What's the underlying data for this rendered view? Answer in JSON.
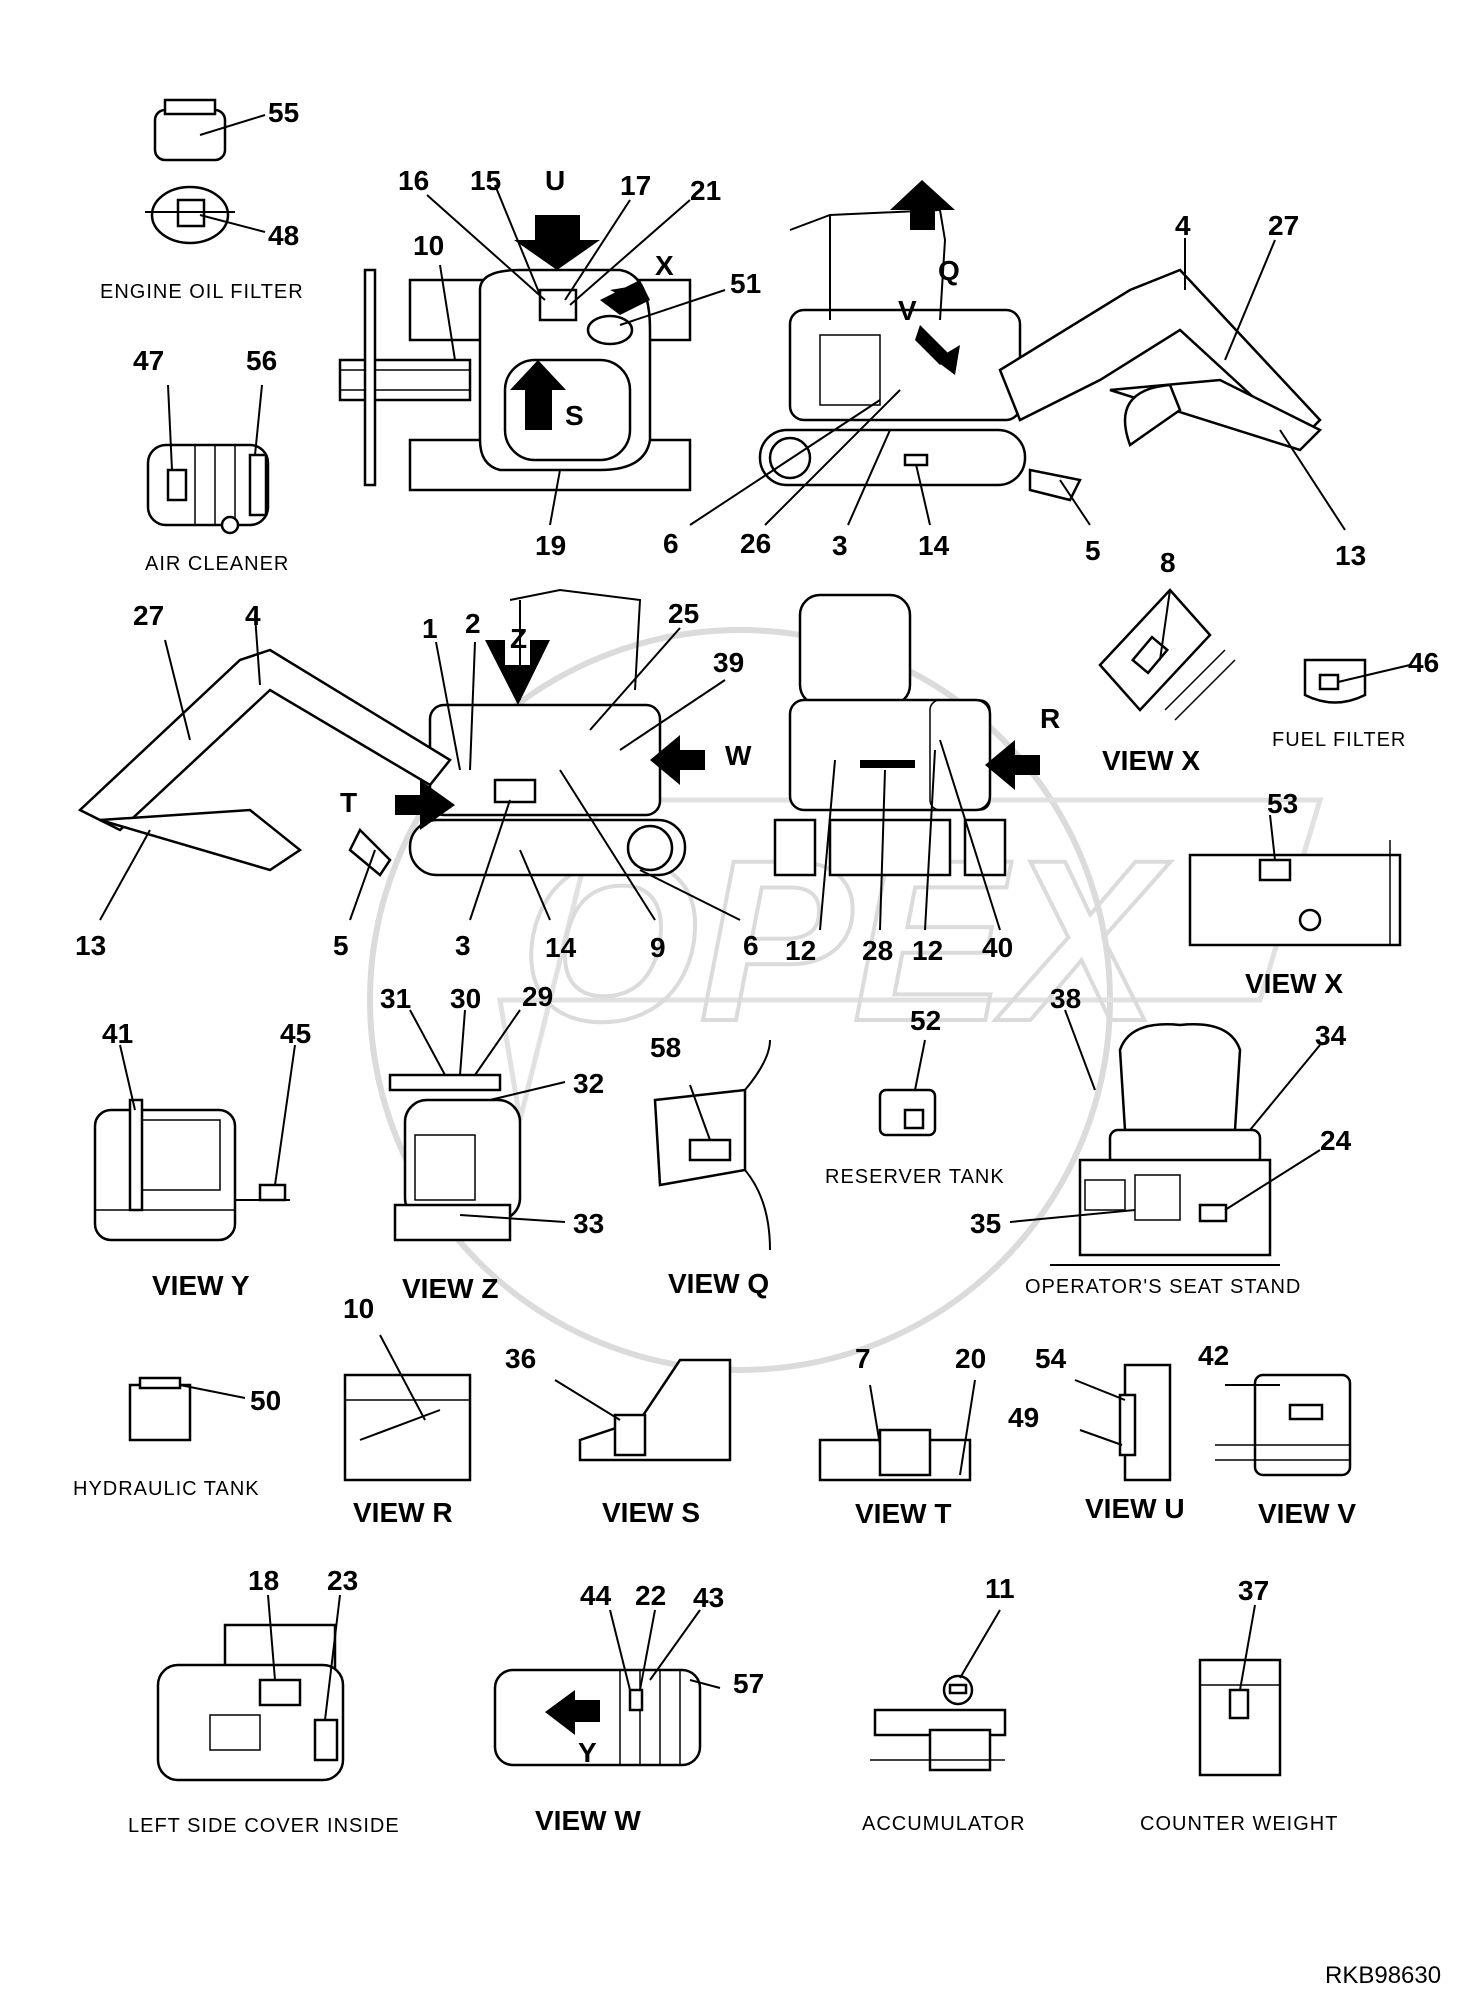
{
  "callouts": [
    {
      "id": "c55",
      "text": "55"
    },
    {
      "id": "c48",
      "text": "48"
    },
    {
      "id": "c47",
      "text": "47"
    },
    {
      "id": "c56",
      "text": "56"
    },
    {
      "id": "c16",
      "text": "16"
    },
    {
      "id": "c15",
      "text": "15"
    },
    {
      "id": "c17",
      "text": "17"
    },
    {
      "id": "c21",
      "text": "21"
    },
    {
      "id": "c10a",
      "text": "10"
    },
    {
      "id": "c51",
      "text": "51"
    },
    {
      "id": "c19",
      "text": "19"
    },
    {
      "id": "c4a",
      "text": "4"
    },
    {
      "id": "c27a",
      "text": "27"
    },
    {
      "id": "c6a",
      "text": "6"
    },
    {
      "id": "c26",
      "text": "26"
    },
    {
      "id": "c3a",
      "text": "3"
    },
    {
      "id": "c14a",
      "text": "14"
    },
    {
      "id": "c5a",
      "text": "5"
    },
    {
      "id": "c13a",
      "text": "13"
    },
    {
      "id": "c8",
      "text": "8"
    },
    {
      "id": "c46",
      "text": "46"
    },
    {
      "id": "c27b",
      "text": "27"
    },
    {
      "id": "c4b",
      "text": "4"
    },
    {
      "id": "c1",
      "text": "1"
    },
    {
      "id": "c2",
      "text": "2"
    },
    {
      "id": "c25",
      "text": "25"
    },
    {
      "id": "c39",
      "text": "39"
    },
    {
      "id": "c13b",
      "text": "13"
    },
    {
      "id": "c5b",
      "text": "5"
    },
    {
      "id": "c3b",
      "text": "3"
    },
    {
      "id": "c14b",
      "text": "14"
    },
    {
      "id": "c9",
      "text": "9"
    },
    {
      "id": "c6b",
      "text": "6"
    },
    {
      "id": "c12a",
      "text": "12"
    },
    {
      "id": "c28",
      "text": "28"
    },
    {
      "id": "c12b",
      "text": "12"
    },
    {
      "id": "c40",
      "text": "40"
    },
    {
      "id": "c53",
      "text": "53"
    },
    {
      "id": "c41",
      "text": "41"
    },
    {
      "id": "c45",
      "text": "45"
    },
    {
      "id": "c31",
      "text": "31"
    },
    {
      "id": "c30",
      "text": "30"
    },
    {
      "id": "c29",
      "text": "29"
    },
    {
      "id": "c32",
      "text": "32"
    },
    {
      "id": "c33",
      "text": "33"
    },
    {
      "id": "c58",
      "text": "58"
    },
    {
      "id": "c52",
      "text": "52"
    },
    {
      "id": "c38",
      "text": "38"
    },
    {
      "id": "c34",
      "text": "34"
    },
    {
      "id": "c24",
      "text": "24"
    },
    {
      "id": "c35",
      "text": "35"
    },
    {
      "id": "c10b",
      "text": "10"
    },
    {
      "id": "c36",
      "text": "36"
    },
    {
      "id": "c7",
      "text": "7"
    },
    {
      "id": "c20",
      "text": "20"
    },
    {
      "id": "c54",
      "text": "54"
    },
    {
      "id": "c42",
      "text": "42"
    },
    {
      "id": "c49",
      "text": "49"
    },
    {
      "id": "c50",
      "text": "50"
    },
    {
      "id": "c18",
      "text": "18"
    },
    {
      "id": "c23",
      "text": "23"
    },
    {
      "id": "c44",
      "text": "44"
    },
    {
      "id": "c22",
      "text": "22"
    },
    {
      "id": "c43",
      "text": "43"
    },
    {
      "id": "c57",
      "text": "57"
    },
    {
      "id": "c11",
      "text": "11"
    },
    {
      "id": "c37",
      "text": "37"
    }
  ],
  "arrow_letters": {
    "U": "U",
    "X": "X",
    "S": "S",
    "Q": "Q",
    "V": "V",
    "Z": "Z",
    "T": "T",
    "W": "W",
    "R": "R",
    "Y": "Y"
  },
  "labels": {
    "engine_oil_filter": "ENGINE OIL FILTER",
    "air_cleaner": "AIR CLEANER",
    "fuel_filter": "FUEL FILTER",
    "reserver_tank": "RESERVER TANK",
    "operators_seat_stand": "OPERATOR'S SEAT STAND",
    "hydraulic_tank": "HYDRAULIC TANK",
    "left_side_cover_inside": "LEFT SIDE COVER INSIDE",
    "accumulator": "ACCUMULATOR",
    "counter_weight": "COUNTER WEIGHT"
  },
  "views": {
    "view_x_top": "VIEW X",
    "view_x_right": "VIEW X",
    "view_y": "VIEW Y",
    "view_z": "VIEW Z",
    "view_q": "VIEW Q",
    "view_r": "VIEW R",
    "view_s": "VIEW S",
    "view_t": "VIEW T",
    "view_u": "VIEW U",
    "view_v": "VIEW V",
    "view_w": "VIEW W"
  },
  "watermark": "OPEX",
  "drawing_code": "RKB98630"
}
